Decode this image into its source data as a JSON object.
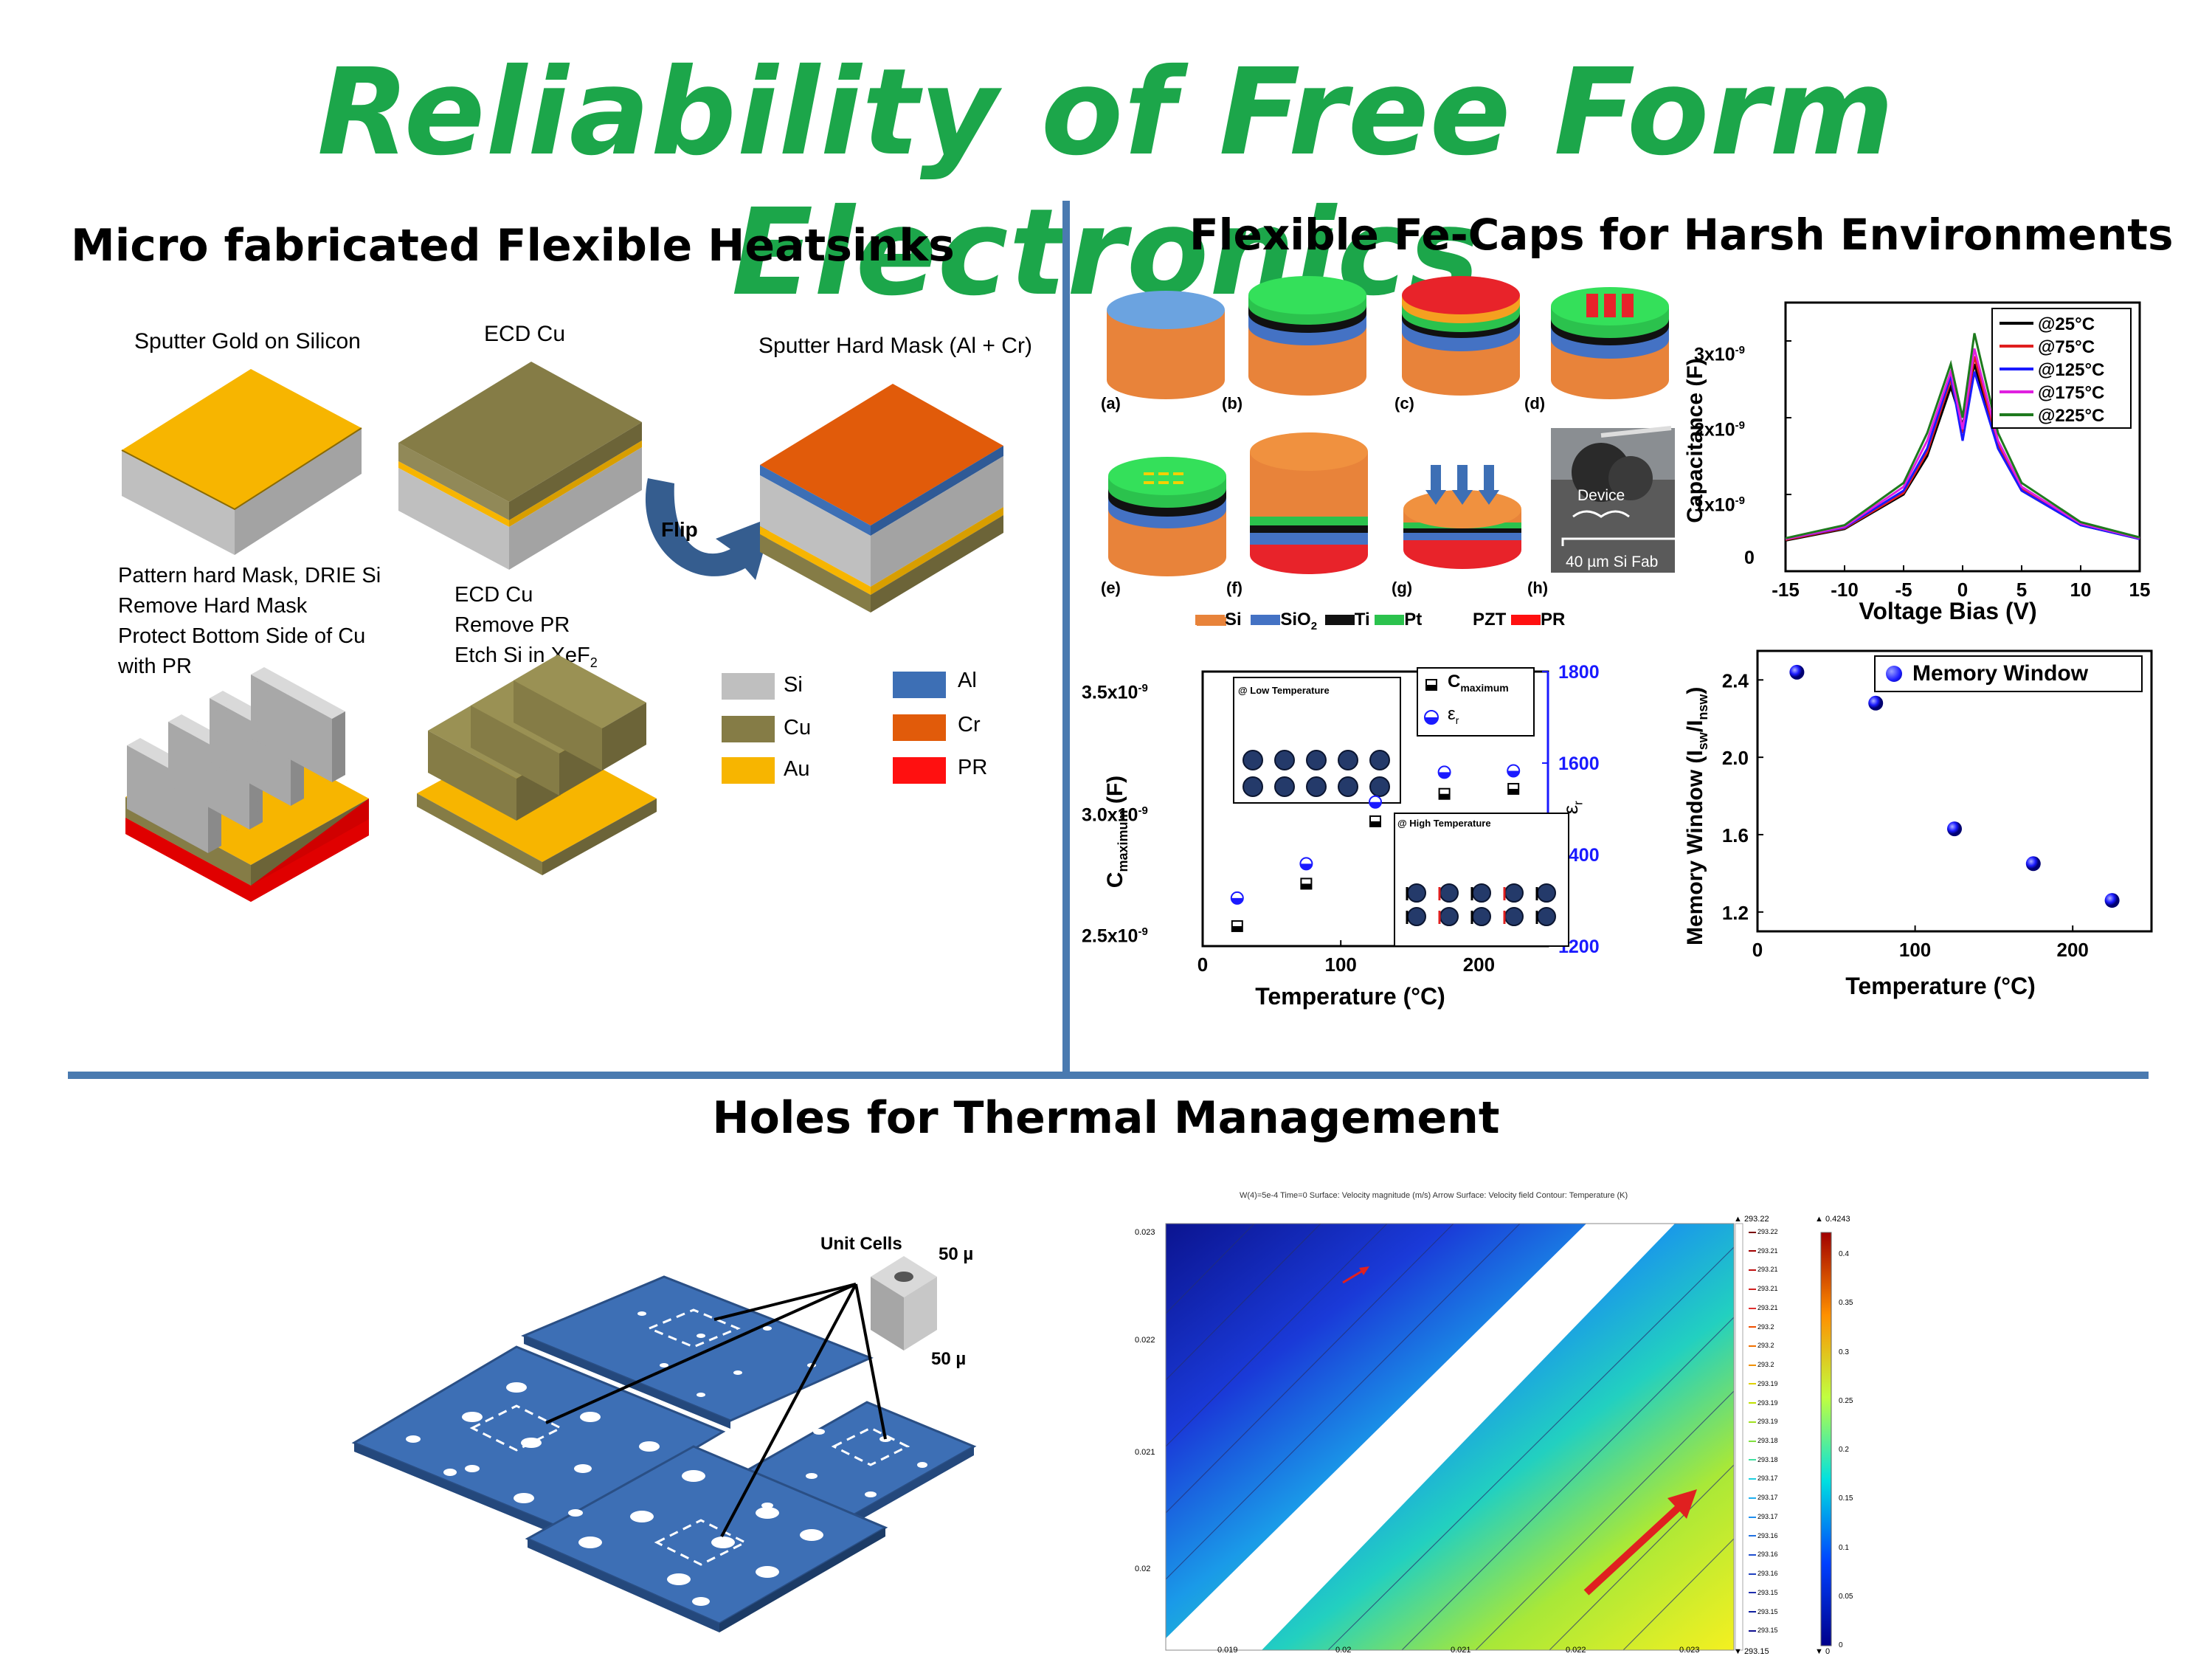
{
  "title": "Reliability of Free Form Electronics",
  "colors": {
    "title": "#1ca64a",
    "divider": "#4a7ab0",
    "si": "#bfbfbf",
    "cu": "#857c46",
    "au": "#f7b500",
    "al": "#3d6fb5",
    "cr": "#e15b0a",
    "pr": "#ff1010",
    "pt": "#2bc24d",
    "sio2": "#4472c4",
    "si_orange": "#e8833a",
    "ti": "#111111",
    "pzt": "#f5a020",
    "blue_marker": "#1a1aff"
  },
  "heatsinks": {
    "heading": "Micro fabricated Flexible Heatsinks",
    "step1": "Sputter Gold on Silicon",
    "step2": "ECD Cu",
    "step3": "Sputter Hard Mask (Al + Cr)",
    "step4": [
      "Pattern hard Mask, DRIE Si",
      "Remove Hard Mask",
      "Protect Bottom Side of Cu",
      "with PR"
    ],
    "step5_lines": [
      "ECD Cu",
      "Remove PR"
    ],
    "step5_etch": "Etch Si in XeF",
    "step5_sub": "2",
    "flip": "Flip",
    "legend": [
      {
        "label": "Si",
        "color": "#bfbfbf"
      },
      {
        "label": "Cu",
        "color": "#857c46"
      },
      {
        "label": "Au",
        "color": "#f7b500"
      },
      {
        "label": "Al",
        "color": "#3d6fb5"
      },
      {
        "label": "Cr",
        "color": "#e15b0a"
      },
      {
        "label": "PR",
        "color": "#ff1010"
      }
    ]
  },
  "fecaps": {
    "heading": "Flexible Fe-Caps for Harsh Environments",
    "panels": [
      "(a)",
      "(b)",
      "(c)",
      "(d)",
      "(e)",
      "(f)",
      "(g)",
      "(h)"
    ],
    "sem_device": "Device",
    "sem_label": "40 µm Si Fab",
    "legend": [
      {
        "label": "Si",
        "color": "#e8833a"
      },
      {
        "label": "SiO",
        "sub": "2",
        "color": "#4472c4"
      },
      {
        "label": "Ti",
        "color": "#111111"
      },
      {
        "label": "Pt",
        "color": "#2bc24d"
      },
      {
        "label": "PZT",
        "color": "#f5a020"
      },
      {
        "label": "PR",
        "color": "#ff1010"
      }
    ]
  },
  "chart_data": [
    {
      "type": "line",
      "xlabel": "Voltage Bias (V)",
      "ylabel": "Capacitance (F)",
      "xlim": [
        -15,
        15
      ],
      "ylim": [
        0,
        3.5e-09
      ],
      "xticks": [
        "-15",
        "-10",
        "-5",
        "0",
        "5",
        "10",
        "15"
      ],
      "ytick_labels": [
        "0",
        "1x10",
        "2x10",
        "3x10"
      ],
      "ytick_exp": "-9",
      "legend_position": "top-right",
      "x": [
        -15,
        -10,
        -5,
        -3,
        -1,
        0,
        1,
        3,
        5,
        10,
        15
      ],
      "series": [
        {
          "name": "@25°C",
          "color": "#000000",
          "values": [
            4e-10,
            5.5e-10,
            1e-09,
            1.5e-09,
            2.4e-09,
            1.9e-09,
            2.7e-09,
            1.6e-09,
            1.05e-09,
            6e-10,
            4.2e-10
          ]
        },
        {
          "name": "@75°C",
          "color": "#e01e1e",
          "values": [
            4.1e-10,
            5.6e-10,
            1.02e-09,
            1.55e-09,
            2.5e-09,
            1.8e-09,
            2.8e-09,
            1.65e-09,
            1.08e-09,
            6.1e-10,
            4.2e-10
          ]
        },
        {
          "name": "@125°C",
          "color": "#1a1aff",
          "values": [
            4.2e-10,
            5.7e-10,
            1.05e-09,
            1.6e-09,
            2.55e-09,
            1.7e-09,
            2.6e-09,
            1.6e-09,
            1.05e-09,
            6e-10,
            4.2e-10
          ]
        },
        {
          "name": "@175°C",
          "color": "#e020e0",
          "values": [
            4.2e-10,
            5.8e-10,
            1.1e-09,
            1.7e-09,
            2.6e-09,
            1.85e-09,
            2.9e-09,
            1.7e-09,
            1.1e-09,
            6.2e-10,
            4.3e-10
          ]
        },
        {
          "name": "@225°C",
          "color": "#1e7a1e",
          "values": [
            4.3e-10,
            6e-10,
            1.15e-09,
            1.8e-09,
            2.7e-09,
            2e-09,
            3.1e-09,
            1.8e-09,
            1.15e-09,
            6.4e-10,
            4.4e-10
          ]
        }
      ]
    },
    {
      "type": "scatter",
      "xlabel": "Temperature (°C)",
      "ylabel": "C",
      "ylabel_sub": "maximum",
      "ylabel_unit": " (F)",
      "y2label": "ε",
      "y2label_sub": "r",
      "xlim": [
        0,
        250
      ],
      "ylim": [
        2.5e-09,
        3.6e-09
      ],
      "y2lim": [
        1200,
        1800
      ],
      "xticks": [
        "0",
        "100",
        "200"
      ],
      "ytick_labels": [
        "2.5x10",
        "3.0x10",
        "3.5x10"
      ],
      "ytick_exp": "-9",
      "y2ticks": [
        "1200",
        "1400",
        "1600",
        "1800"
      ],
      "legend_position": "top-right",
      "legend": [
        "C",
        "ε"
      ],
      "legend_sub": [
        "maximum",
        "r"
      ],
      "inset_low": "@ Low Temperature",
      "inset_high": "@ High Temperature",
      "x": [
        25,
        75,
        125,
        175,
        225
      ],
      "series": [
        {
          "name": "C",
          "values": [
            2.58e-09,
            2.75e-09,
            3e-09,
            3.11e-09,
            3.13e-09
          ]
        },
        {
          "name": "ε",
          "axis": "right",
          "values": [
            1305,
            1380,
            1515,
            1580,
            1583
          ]
        }
      ]
    },
    {
      "type": "scatter",
      "xlabel": "Temperature (°C)",
      "ylabel": "Memory Window (I",
      "ylabel_sub1": "sw",
      "ylabel_mid": "/I",
      "ylabel_sub2": "nsw",
      "ylabel_end": ")",
      "xlim": [
        0,
        250
      ],
      "ylim": [
        1.1,
        2.55
      ],
      "xticks": [
        "0",
        "100",
        "200"
      ],
      "yticks": [
        "1.2",
        "1.6",
        "2.0",
        "2.4"
      ],
      "legend_position": "top-right",
      "x": [
        25,
        75,
        125,
        175,
        225
      ],
      "series": [
        {
          "name": "Memory Window",
          "values": [
            2.44,
            2.28,
            1.63,
            1.45,
            1.26
          ]
        }
      ]
    }
  ],
  "thermal": {
    "heading": "Holes for Thermal Management",
    "unit_cells": "Unit Cells",
    "dim1": "50 µ",
    "dim2": "50 µ",
    "sim_title": "W(4)=5e-4 Time=0   Surface: Velocity magnitude (m/s)  Arrow Surface: Velocity field  Contour: Temperature (K)",
    "xticks": [
      "0.019",
      "0.02",
      "0.021",
      "0.022",
      "0.023"
    ],
    "yticks": [
      "0.023",
      "0.022",
      "0.021",
      "0.02"
    ],
    "contour_max": "▲ 293.22",
    "contour_min": "▼ 293.15",
    "contour_labels": [
      "293.22",
      "293.21",
      "293.21",
      "293.21",
      "293.21",
      "293.2",
      "293.2",
      "293.2",
      "293.19",
      "293.19",
      "293.19",
      "293.18",
      "293.18",
      "293.17",
      "293.17",
      "293.17",
      "293.16",
      "293.16",
      "293.16",
      "293.15",
      "293.15",
      "293.15"
    ],
    "color_max": "▲ 0.4243",
    "color_min": "▼ 0",
    "color_ticks": [
      "0.4",
      "0.35",
      "0.3",
      "0.25",
      "0.2",
      "0.15",
      "0.1",
      "0.05",
      "0"
    ]
  }
}
